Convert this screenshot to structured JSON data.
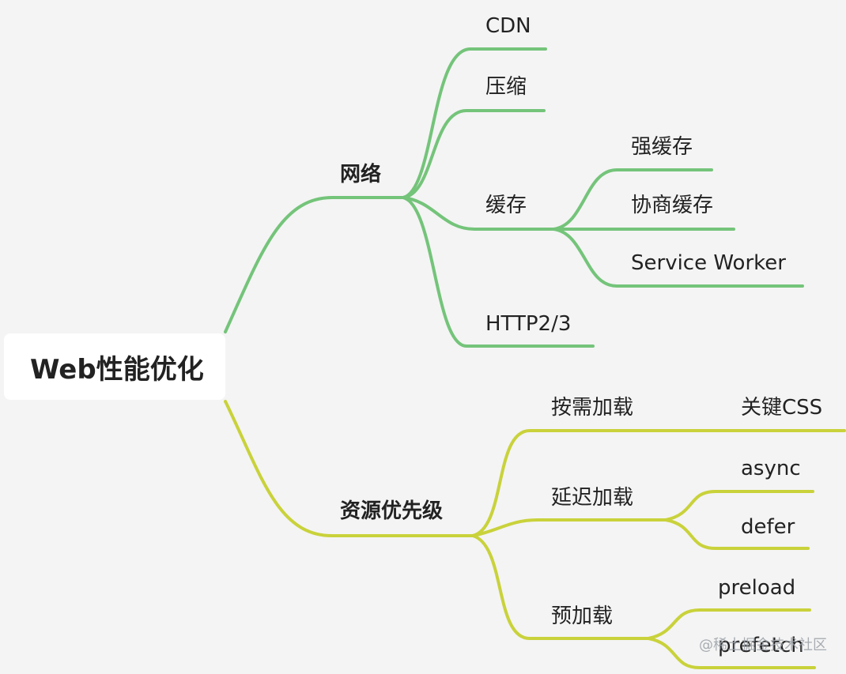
{
  "colors": {
    "network_branch": "#74c47a",
    "resource_branch": "#c9d23a",
    "background": "#f4f4f4",
    "root_box": "#ffffff"
  },
  "root": {
    "label": "Web性能优化"
  },
  "branches": {
    "network": {
      "label": "网络",
      "children": {
        "cdn": "CDN",
        "compress": "压缩",
        "cache": {
          "label": "缓存",
          "children": {
            "strong": "强缓存",
            "negotiated": "协商缓存",
            "service_worker": "Service Worker"
          }
        },
        "http": "HTTP2/3"
      }
    },
    "resource_priority": {
      "label": "资源优先级",
      "children": {
        "on_demand": {
          "label": "按需加载",
          "children": {
            "critical_css": "关键CSS"
          }
        },
        "lazy": {
          "label": "延迟加载",
          "children": {
            "async": "async",
            "defer": "defer"
          }
        },
        "preload_group": {
          "label": "预加载",
          "children": {
            "preload": "preload",
            "prefetch": "prefetch"
          }
        }
      }
    }
  },
  "watermark": "@稀土掘金技术社区"
}
